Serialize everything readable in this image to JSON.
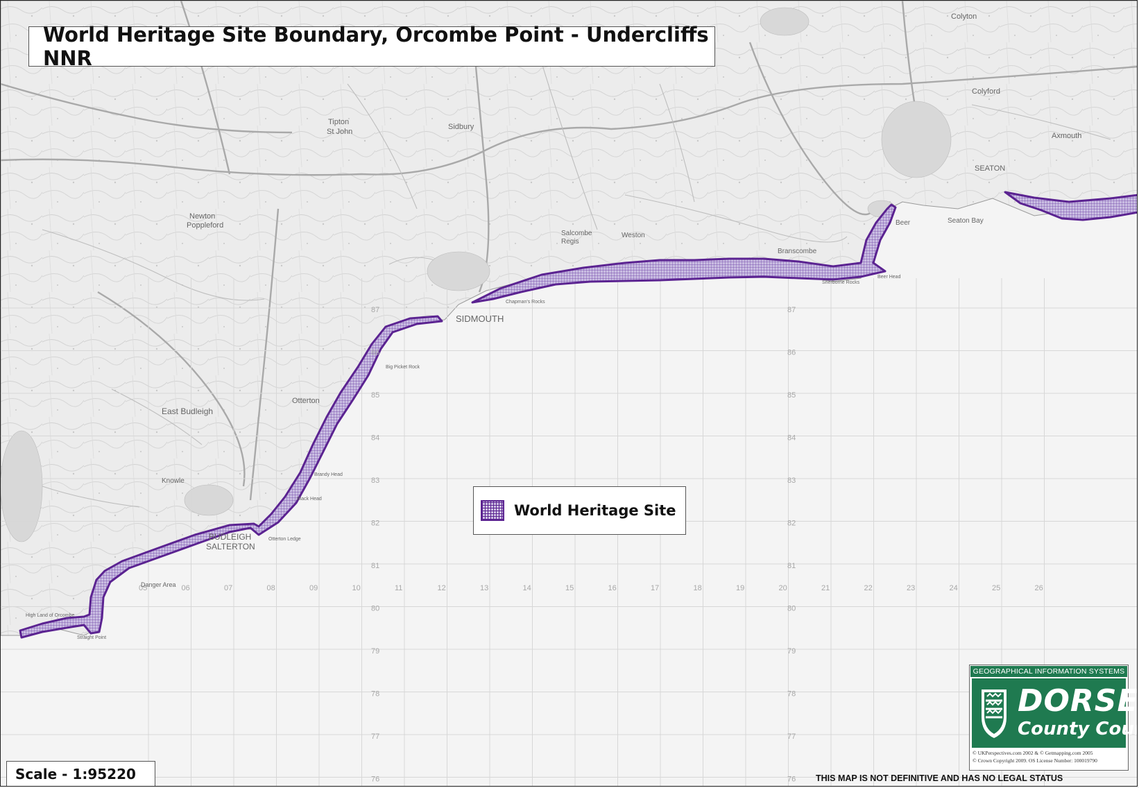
{
  "title": "World Heritage Site Boundary, Orcombe Point - Undercliffs NNR",
  "legend": {
    "label": "World Heritage Site"
  },
  "scale": "Scale - 1:95220",
  "logo": {
    "header": "GEOGRAPHICAL INFORMATION SYSTEMS",
    "name": "DORSET",
    "subname": "County Council",
    "copyright_line1": "© UKPerspectives.com 2002 & © Getmapping.com 2005",
    "copyright_line2": "© Crown Copyright 2009. OS License Number: 100019790"
  },
  "disclaimer": "THIS MAP IS NOT DEFINITIVE AND HAS NO LEGAL STATUS",
  "colors": {
    "boundary": "#5b2391",
    "boundary_fill": "#c9bde2",
    "sea": "#f4f4f4",
    "land": "#ececec",
    "grid": "#d7d7d7",
    "logo_green": "#1f7a50"
  },
  "grid": {
    "eastings_bottom": [
      "05",
      "06",
      "07",
      "08",
      "09",
      "10",
      "11",
      "12",
      "13",
      "14",
      "15",
      "16",
      "17",
      "18",
      "19",
      "20",
      "21",
      "22",
      "23",
      "24",
      "25",
      "26"
    ],
    "northings_left": [
      "87",
      "86",
      "85",
      "84",
      "83",
      "82",
      "81",
      "80",
      "79",
      "78",
      "77",
      "76"
    ],
    "northings_right": [
      "87",
      "86",
      "85",
      "84",
      "83",
      "82",
      "81",
      "80",
      "79",
      "78",
      "77",
      "76"
    ]
  },
  "places": [
    "SIDMOUTH",
    "BUDLEIGH",
    "SALTERTON",
    "SEATON",
    "Beer",
    "Sidbury",
    "Newton",
    "Poppleford",
    "Otterton",
    "East Budleigh",
    "Colyton",
    "Colyford",
    "Axmouth",
    "Branscombe",
    "Salcombe",
    "Regis",
    "Tipton",
    "St John",
    "Weston",
    "Knowle",
    "Seaton Bay",
    "Chapman's Rocks",
    "Big Picket Rock",
    "Black Head",
    "Brandy Head",
    "Otterton Ledge",
    "Beer Head",
    "Sherborne Rocks",
    "Danger Area",
    "Straight Point",
    "High Land of Orcombe"
  ]
}
